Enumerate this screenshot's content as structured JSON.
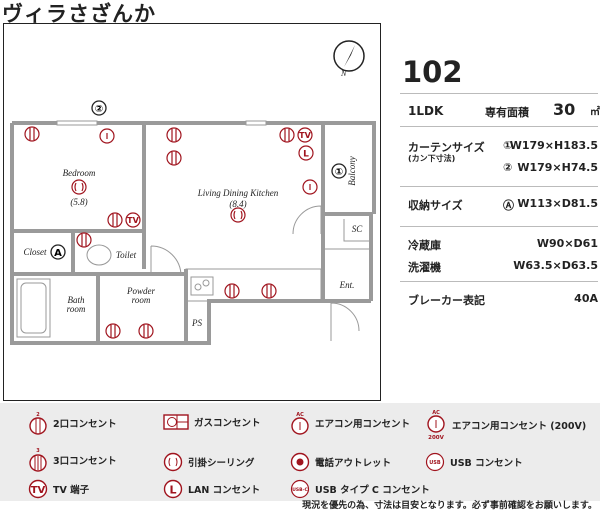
{
  "building_name": "ヴィラさざんか",
  "floorplan": {
    "rooms": {
      "bedroom": "Bedroom",
      "bedroom_size": "(5.8)",
      "ldk": "Living Dining Kitchen",
      "ldk_size": "(8.4)",
      "closet": "Closet",
      "toilet": "Toilet",
      "bath": "Bath",
      "bath2": "room",
      "powder": "Powder",
      "powder2": "room",
      "balcony": "Balcony",
      "sc": "SC",
      "ent": "Ent.",
      "ps": "PS"
    },
    "markers": {
      "window_1": "①",
      "window_2": "②",
      "storage_a": "A"
    },
    "compass": "N"
  },
  "unit": {
    "number": "102",
    "layout": "1LDK",
    "area_label": "専有面積",
    "area_value": "30",
    "area_unit": "㎡",
    "curtain_label": "カーテンサイズ",
    "curtain_sub": "(カン下寸法)",
    "curtain": [
      {
        "mark": "①",
        "size": "W179×H183.5"
      },
      {
        "mark": "②",
        "size": "W179×H74.5"
      }
    ],
    "storage_label": "収納サイズ",
    "storage_mark": "Ⓐ",
    "storage_size": "W113×D81.5",
    "fridge_label": "冷蔵庫",
    "fridge_size": "W90×D61",
    "washer_label": "洗濯機",
    "washer_size": "W63.5×D63.5",
    "breaker_label": "ブレーカー表記",
    "breaker_value": "40A"
  },
  "legend": {
    "outlet2": "2口コンセント",
    "gas": "ガスコンセント",
    "ac": "エアコン用コンセント",
    "ac200": "エアコン用コンセント (200V)",
    "outlet3": "3口コンセント",
    "ceiling": "引掛シーリング",
    "phone": "電話アウトレット",
    "usb": "USB コンセント",
    "tv": "TV 端子",
    "lan": "LAN コンセント",
    "usbc": "USB タイプ C コンセント",
    "sym_ac": "AC",
    "sym_200v": "200V",
    "sym_2": "2",
    "sym_3": "3",
    "sym_tv": "TV",
    "sym_l": "L",
    "sym_usb": "USB",
    "sym_usbc": "USB-C"
  },
  "note": "現況を優先の為、寸法は目安となります。必ず事前確認をお願いします。",
  "colors": {
    "symbol": "#a0141e",
    "wall": "#9a9a9a",
    "legend_bg": "#ececec"
  }
}
